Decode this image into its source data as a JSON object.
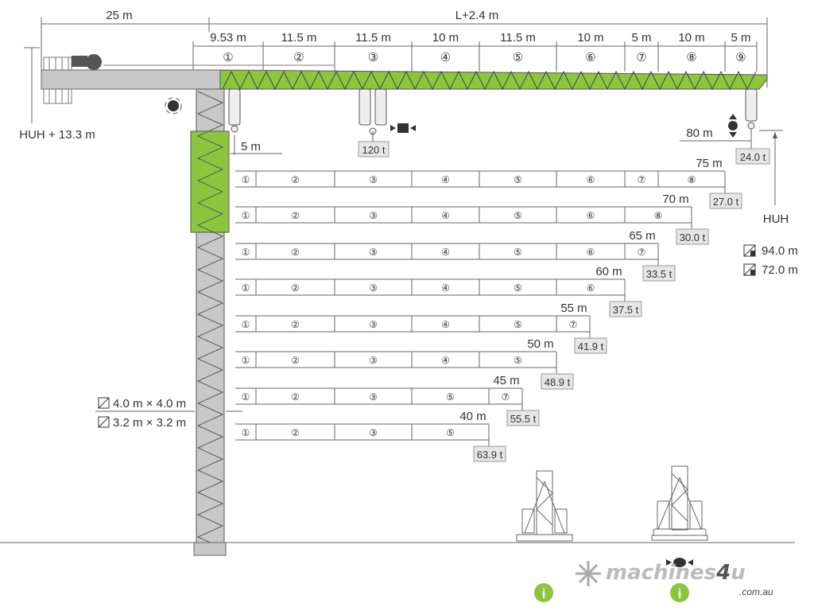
{
  "dimensions": {
    "counter_jib": "25 m",
    "jib_total": "L+2.4 m",
    "height_top": "HUH + 13.3 m",
    "trolley_offset": "5 m",
    "max_radius": "80 m",
    "hook_height": "HUH"
  },
  "jib_sections": [
    {
      "id": "①",
      "length": "9.53 m"
    },
    {
      "id": "②",
      "length": "11.5 m"
    },
    {
      "id": "③",
      "length": "11.5 m"
    },
    {
      "id": "④",
      "length": "10 m"
    },
    {
      "id": "⑤",
      "length": "11.5 m"
    },
    {
      "id": "⑥",
      "length": "10 m"
    },
    {
      "id": "⑦",
      "length": "5 m"
    },
    {
      "id": "⑧",
      "length": "10 m"
    },
    {
      "id": "⑨",
      "length": "5 m"
    }
  ],
  "max_load": "120 t",
  "tip_load": "24.0 t",
  "configurations": [
    {
      "radius": "75 m",
      "sections": [
        "①",
        "②",
        "③",
        "④",
        "⑤",
        "⑥",
        "⑦",
        "⑧"
      ],
      "tip_load": "27.0 t"
    },
    {
      "radius": "70 m",
      "sections": [
        "①",
        "②",
        "③",
        "④",
        "⑤",
        "⑥",
        "⑧"
      ],
      "tip_load": "30.0 t"
    },
    {
      "radius": "65 m",
      "sections": [
        "①",
        "②",
        "③",
        "④",
        "⑤",
        "⑥",
        "⑦"
      ],
      "tip_load": "33.5 t"
    },
    {
      "radius": "60 m",
      "sections": [
        "①",
        "②",
        "③",
        "④",
        "⑤",
        "⑥"
      ],
      "tip_load": "37.5 t"
    },
    {
      "radius": "55 m",
      "sections": [
        "①",
        "②",
        "③",
        "④",
        "⑤",
        "⑦"
      ],
      "tip_load": "41.9 t"
    },
    {
      "radius": "50 m",
      "sections": [
        "①",
        "②",
        "③",
        "④",
        "⑤"
      ],
      "tip_load": "48.9 t"
    },
    {
      "radius": "45 m",
      "sections": [
        "①",
        "②",
        "③",
        "⑤",
        "⑦"
      ],
      "tip_load": "55.5 t"
    },
    {
      "radius": "40 m",
      "sections": [
        "①",
        "②",
        "③",
        "⑤"
      ],
      "tip_load": "63.9 t"
    }
  ],
  "mast_sections": [
    "4.0 m × 4.0 m",
    "3.2 m × 3.2 m"
  ],
  "heights": [
    "94.0 m",
    "72.0 m"
  ],
  "logo": {
    "name": "machines4u",
    "domain": ".com.au"
  },
  "info_icons": [
    "i",
    "i"
  ],
  "colors": {
    "green": "#8cc63f",
    "gray": "#c8c8c8",
    "line": "#555555",
    "tag_bg": "#e6e6e6",
    "info": "#8cc63f"
  }
}
